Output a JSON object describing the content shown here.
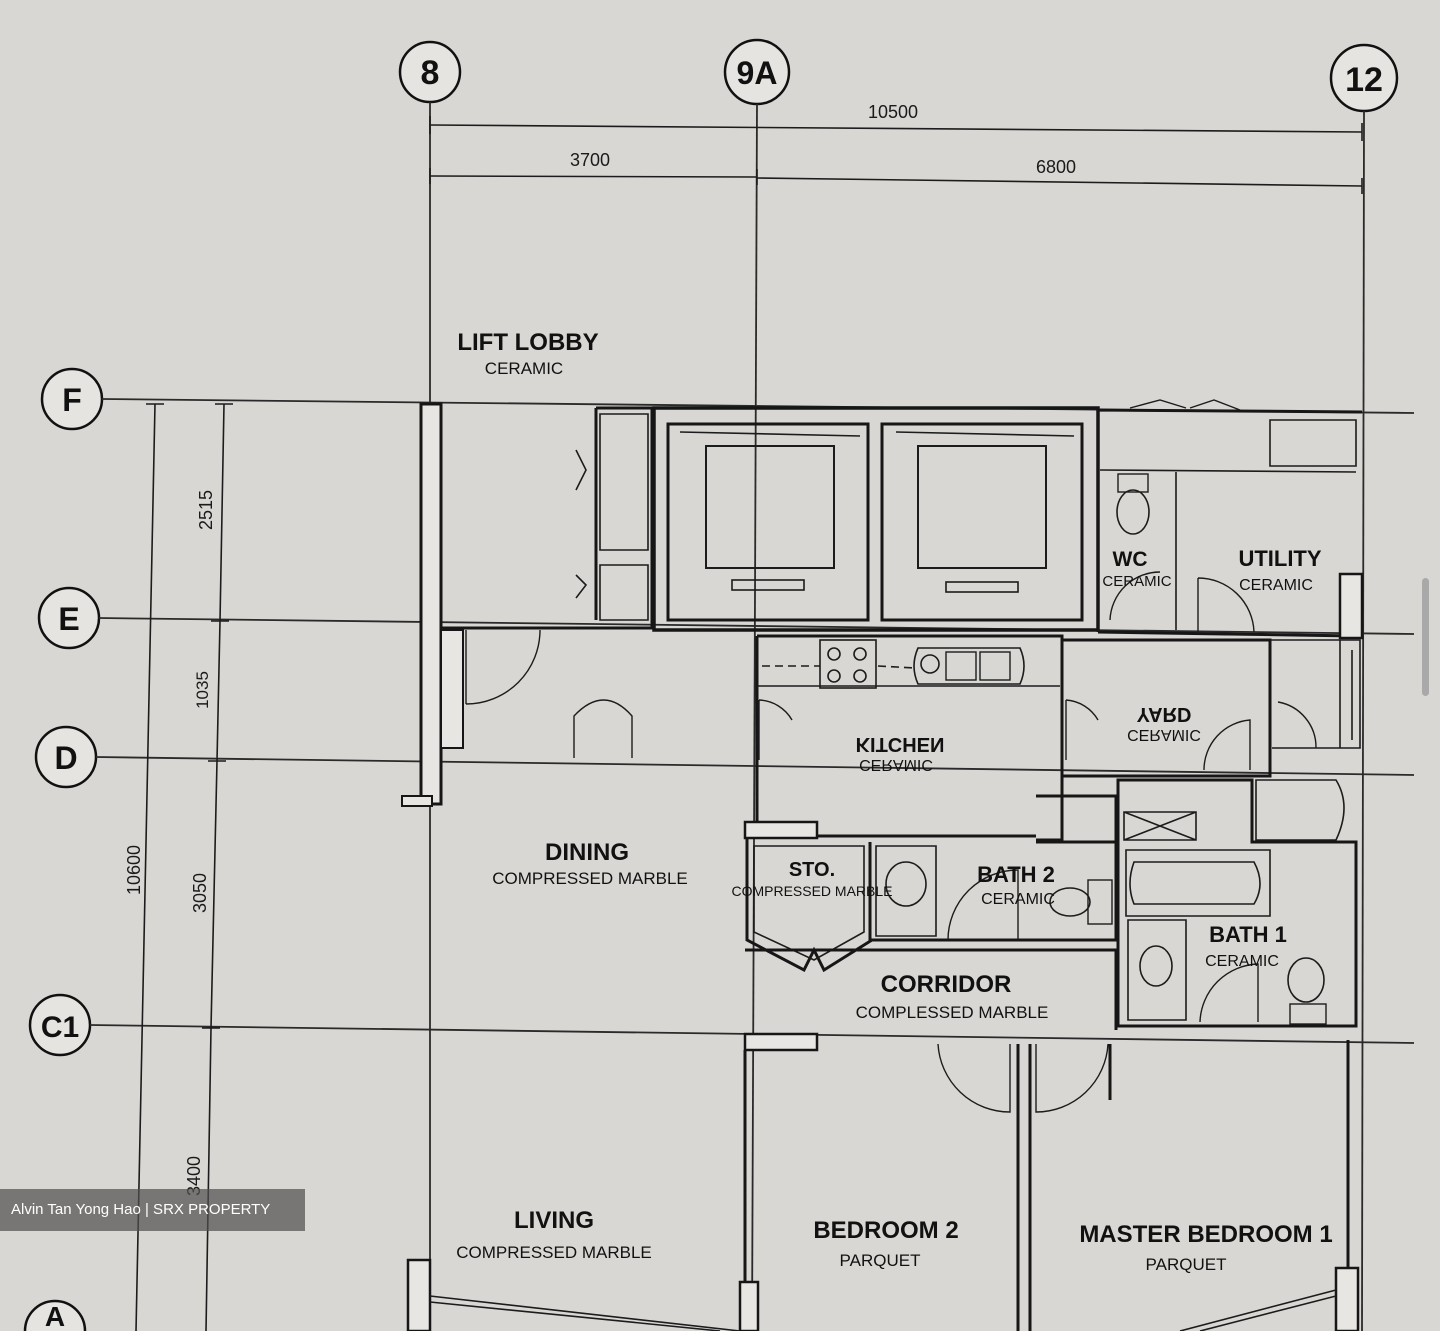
{
  "grid": {
    "columns": [
      "8",
      "9A",
      "12"
    ],
    "rows": [
      "F",
      "E",
      "D",
      "C1",
      "A"
    ]
  },
  "dimensions": {
    "overall_width": "10500",
    "span_8_9a": "3700",
    "span_9a_12": "6800",
    "overall_depth": "10600",
    "f_e": "2515",
    "e_d": "1035",
    "d_c1": "3050",
    "c1_a": "3400"
  },
  "rooms": {
    "lift_lobby": {
      "name": "LIFT LOBBY",
      "material": "CERAMIC"
    },
    "wc": {
      "name": "WC",
      "material": "CERAMIC"
    },
    "utility": {
      "name": "UTILITY",
      "material": "CERAMIC"
    },
    "yard": {
      "name": "YARD",
      "material": "CERAMIC"
    },
    "kitchen": {
      "name": "KITCHEN",
      "material": "CERAMIC"
    },
    "dining": {
      "name": "DINING",
      "material": "COMPRESSED MARBLE"
    },
    "store": {
      "name": "STO.",
      "material": "COMPRESSED MARBLE"
    },
    "bath2": {
      "name": "BATH 2",
      "material": "CERAMIC"
    },
    "bath1": {
      "name": "BATH 1",
      "material": "CERAMIC"
    },
    "corridor": {
      "name": "CORRIDOR",
      "material": "COMPLESSED MARBLE"
    },
    "living": {
      "name": "LIVING",
      "material": "COMPRESSED MARBLE"
    },
    "bedroom2": {
      "name": "BEDROOM 2",
      "material": "PARQUET"
    },
    "master_bedroom": {
      "name": "MASTER BEDROOM 1",
      "material": "PARQUET"
    }
  },
  "credit": "Alvin Tan Yong Hao | SRX PROPERTY"
}
